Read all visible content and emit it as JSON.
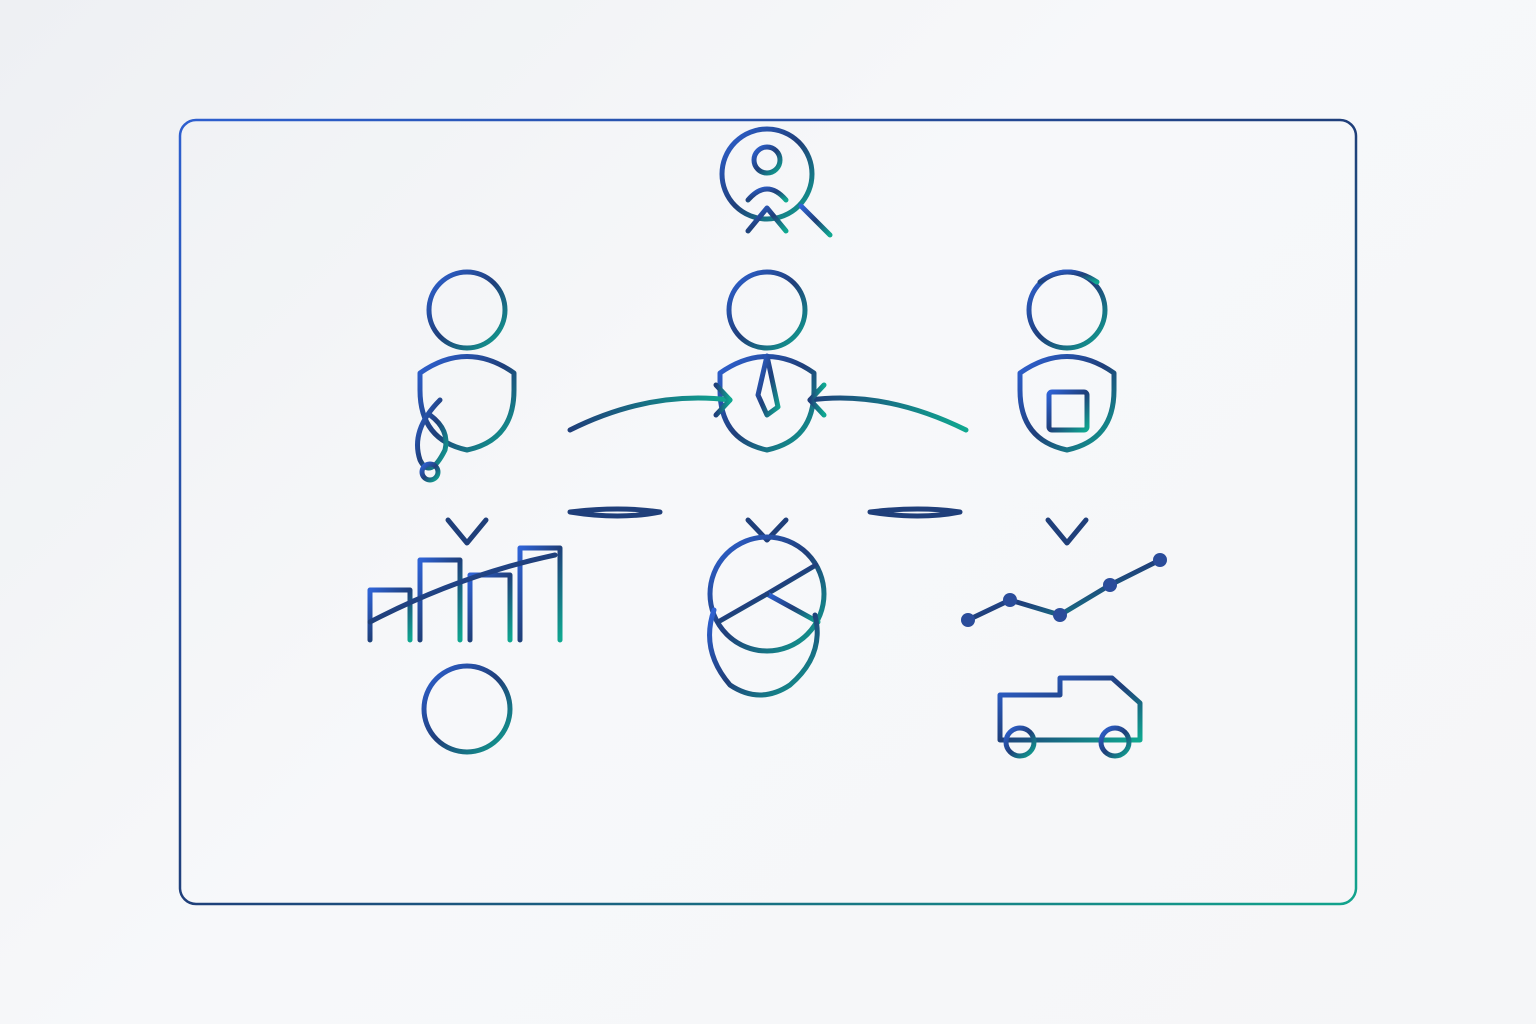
{
  "colors": {
    "gradient_start": "#2f63d6",
    "gradient_mid": "#1f3f7a",
    "gradient_end": "#0fa890",
    "frame_start": "#2d5fcf",
    "frame_end": "#12a38c"
  },
  "diagram": {
    "top_icon": "person-search-icon",
    "roles": [
      {
        "icon": "doctor-icon",
        "badge": "medical-cross",
        "below": [
          "down-chevron-icon",
          "bar-chart-trend-icon",
          "crosshair-circle-icon"
        ]
      },
      {
        "icon": "businessman-icon",
        "badge": "tie",
        "below": [
          "down-chevron-icon",
          "pie-chart-icon",
          "yen-coin-icon"
        ]
      },
      {
        "icon": "clerk-icon",
        "badge": "document",
        "below": [
          "down-chevron-icon",
          "line-chart-icon",
          "truck-icon"
        ]
      }
    ],
    "connectors": [
      "left-arrow-to-center",
      "right-arrow-to-center",
      "left-dash",
      "right-dash"
    ]
  }
}
